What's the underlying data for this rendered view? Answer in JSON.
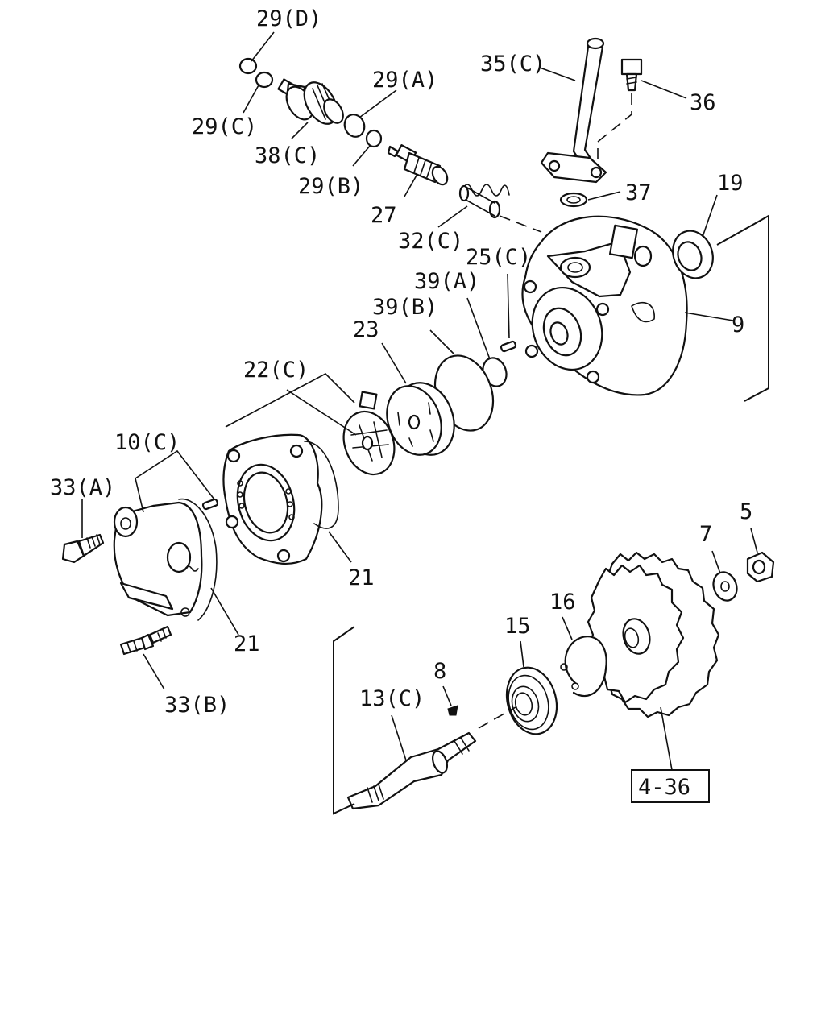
{
  "labels": {
    "p29d": "29(D)",
    "p29c": "29(C)",
    "p38c": "38(C)",
    "p29a": "29(A)",
    "p29b": "29(B)",
    "p27": "27",
    "p35c": "35(C)",
    "p36": "36",
    "p37": "37",
    "p19": "19",
    "p32c": "32(C)",
    "p25c": "25(C)",
    "p39a": "39(A)",
    "p39b": "39(B)",
    "p23": "23",
    "p9": "9",
    "p22c": "22(C)",
    "p10c": "10(C)",
    "p33a": "33(A)",
    "p21a": "21",
    "p21b": "21",
    "p33b": "33(B)",
    "p5": "5",
    "p7": "7",
    "p16": "16",
    "p15": "15",
    "p8": "8",
    "p13c": "13(C)",
    "ref": "4-36"
  },
  "icons": {
    "pipe": "oil-pipe-icon",
    "bolt": "bolt-icon",
    "gear": "gear-icon",
    "bearing": "ball-bearing-icon",
    "shaft": "drive-shaft-icon"
  }
}
